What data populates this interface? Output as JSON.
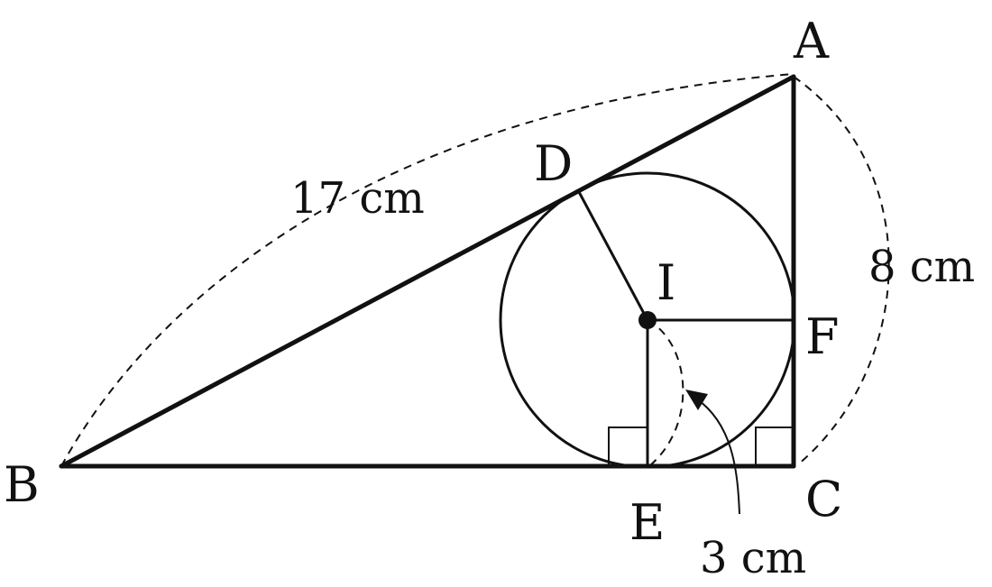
{
  "points": {
    "A": "A",
    "B": "B",
    "C": "C",
    "D": "D",
    "E": "E",
    "F": "F",
    "I": "I"
  },
  "measurements": {
    "AB": "17 cm",
    "AC": "8 cm",
    "radius": "3 cm"
  }
}
